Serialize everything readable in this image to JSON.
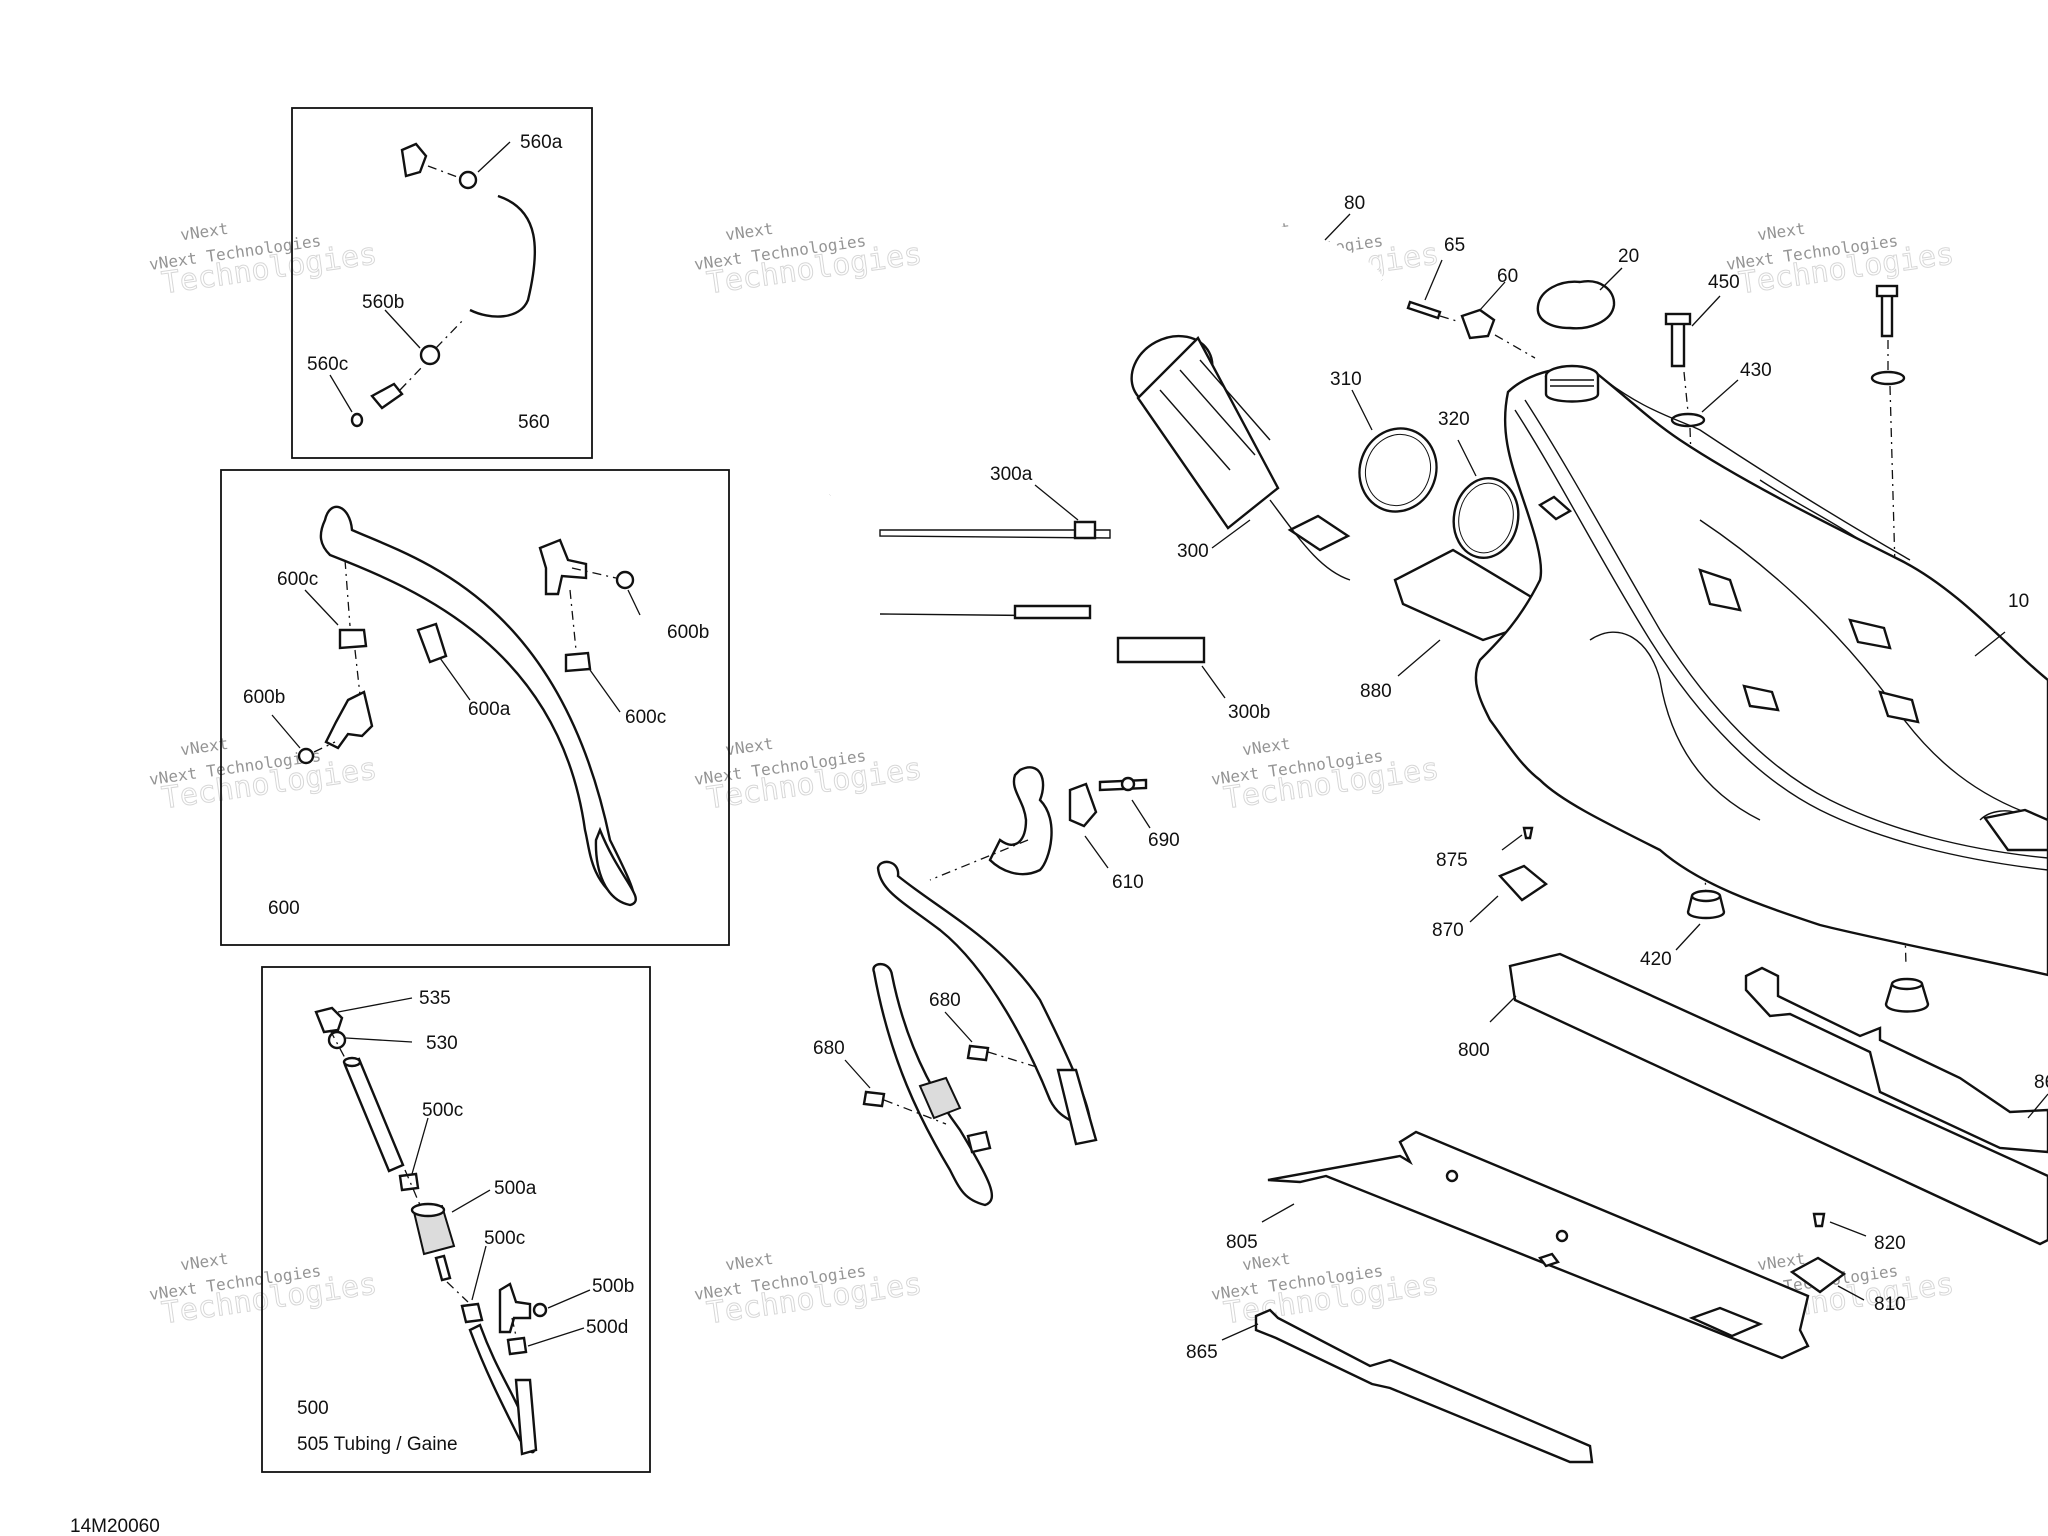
{
  "drawing_code": "14M20060",
  "watermark": {
    "line1": "vNext Technologies",
    "line2": "vNext",
    "line3": "Technologies"
  },
  "inset_labels": {
    "box_560": "560",
    "box_600": "600",
    "box_500": "500",
    "tubing_note": "505  Tubing / Gaine"
  },
  "callouts": {
    "c560a": "560a",
    "c560b": "560b",
    "c560c": "560c",
    "c600a": "600a",
    "c600b_left": "600b",
    "c600b_right": "600b",
    "c600c_left": "600c",
    "c600c_right": "600c",
    "c535": "535",
    "c530": "530",
    "c500a": "500a",
    "c500b": "500b",
    "c500c_top": "500c",
    "c500c_bottom": "500c",
    "c500d": "500d",
    "c80": "80",
    "c65": "65",
    "c60": "60",
    "c20": "20",
    "c450": "450",
    "c430": "430",
    "c310": "310",
    "c320": "320",
    "c300": "300",
    "c300a": "300a",
    "c300b": "300b",
    "c880": "880",
    "c10": "10",
    "c690": "690",
    "c610": "610",
    "c875": "875",
    "c870": "870",
    "c420": "420",
    "c800": "800",
    "c860": "86",
    "c680_right": "680",
    "c680_left": "680",
    "c805": "805",
    "c820": "820",
    "c810": "810",
    "c865": "865"
  }
}
